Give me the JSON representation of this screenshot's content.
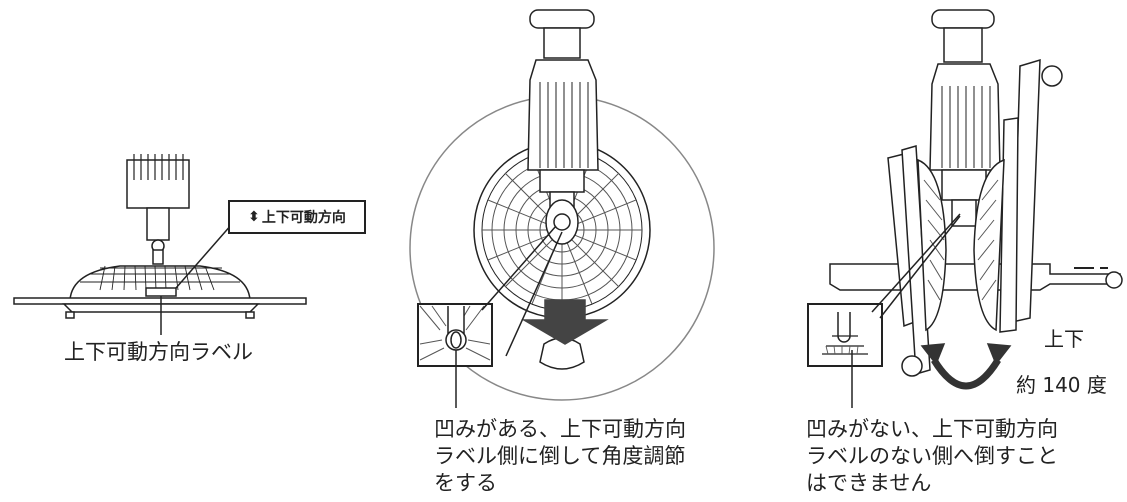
{
  "figure1": {
    "label_box_text": "上下可動方向",
    "label_box_icon": "up-down-arrow-icon",
    "caption": "上下可動方向ラベル"
  },
  "figure2": {
    "caption_lines": [
      "凹みがある、上下可動方向",
      "ラベル側に倒して角度調節",
      "をする"
    ]
  },
  "figure3": {
    "angle_line1": "上下",
    "angle_line2": "約 140 度",
    "caption_lines": [
      "凹みがない、上下可動方向",
      "ラベルのない側へ倒すこと",
      "はできません"
    ]
  },
  "colors": {
    "line": "#222222",
    "grey": "#555555",
    "light": "#f4f4f4"
  }
}
